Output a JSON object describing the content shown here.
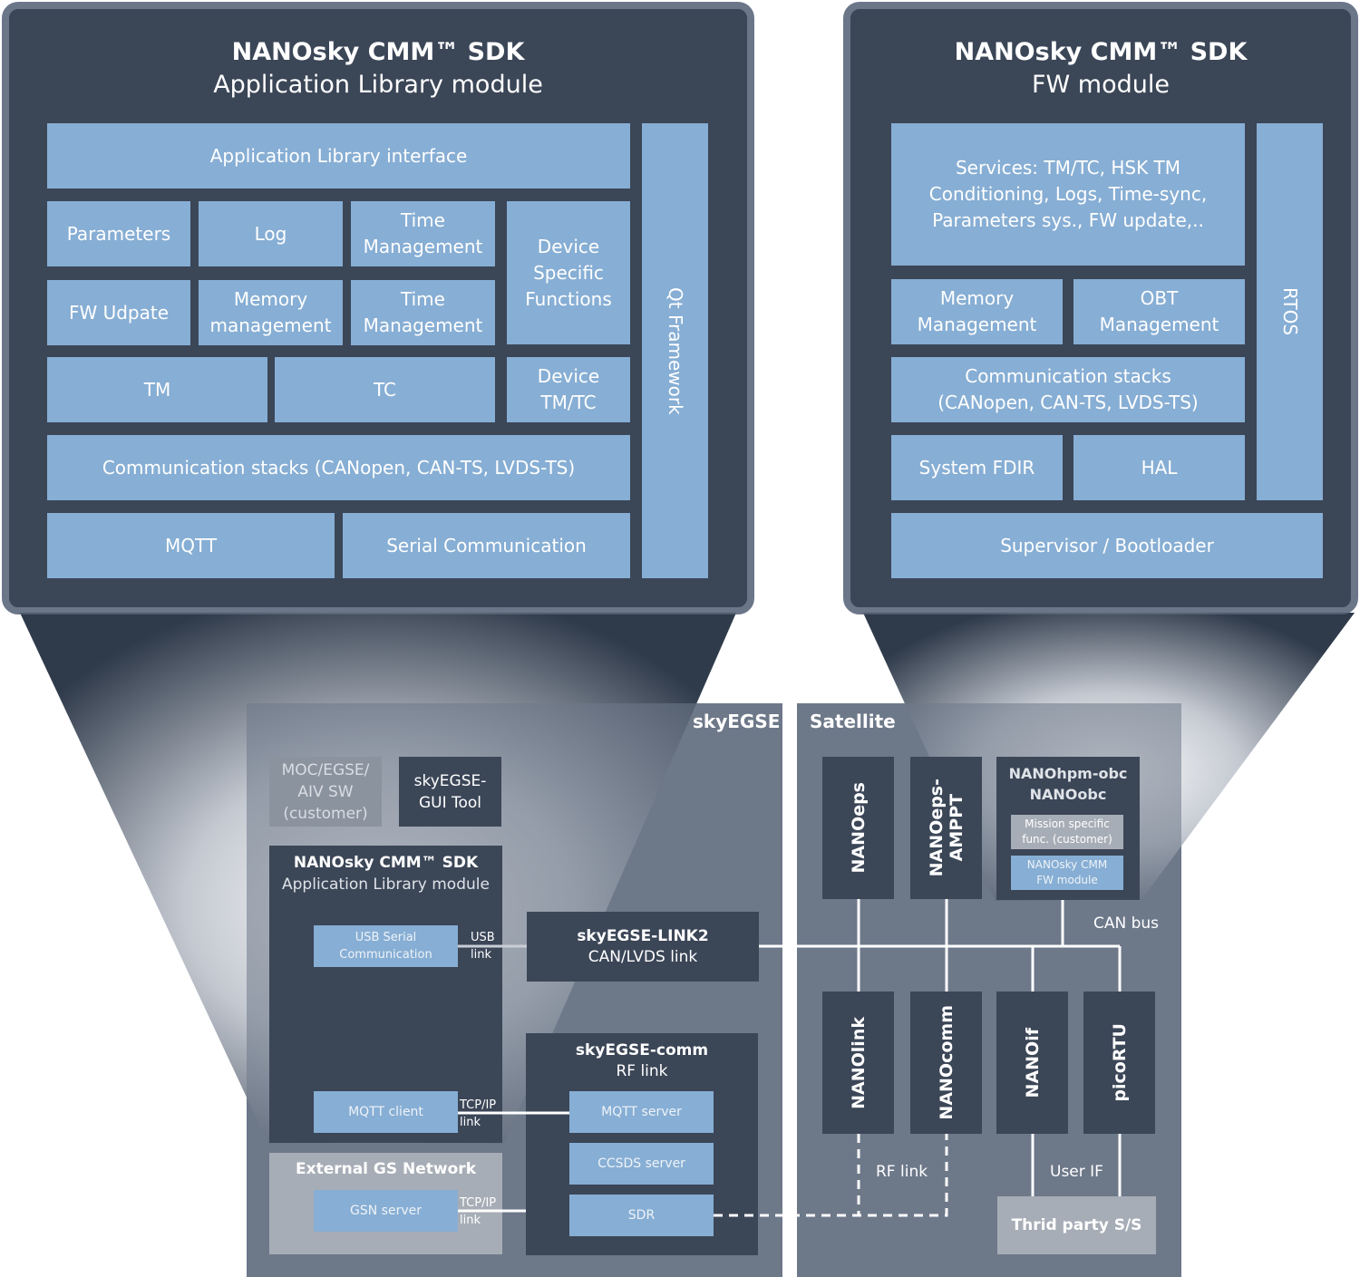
{
  "app_panel": {
    "title_line1": "NANOsky CMM™ SDK",
    "title_line2": "Application Library module",
    "blocks": {
      "interface": "Application Library interface",
      "parameters": "Parameters",
      "log": "Log",
      "time_mgmt_1": "Time\nManagement",
      "device_specific": "Device\nSpecific\nFunctions",
      "fw_update": "FW Udpate",
      "memory_mgmt": "Memory\nmanagement",
      "time_mgmt_2": "Time\nManagement",
      "tm": "TM",
      "tc": "TC",
      "device_tmtc": "Device\nTM/TC",
      "comm_stacks": "Communication stacks (CANopen, CAN-TS, LVDS-TS)",
      "mqtt": "MQTT",
      "serial": "Serial Communication",
      "qt": "Qt Framework"
    }
  },
  "fw_panel": {
    "title_line1": "NANOsky CMM™ SDK",
    "title_line2": "FW module",
    "blocks": {
      "services": "Services: TM/TC, HSK TM\nConditioning, Logs, Time-sync,\nParameters sys., FW update,..",
      "memory": "Memory\nManagement",
      "obt": "OBT\nManagement",
      "comm_stacks": "Communication stacks\n(CANopen, CAN-TS, LVDS-TS)",
      "fdir": "System FDIR",
      "hal": "HAL",
      "rtos": "RTOS",
      "supervisor": "Supervisor / Bootloader"
    }
  },
  "skyegse": {
    "label": "skyEGSE",
    "moc": "MOC/EGSE/\nAIV SW\n(customer)",
    "gui_tool": "skyEGSE-\nGUI Tool",
    "sdk_line1": "NANOsky CMM™ SDK",
    "sdk_line2": "Application Library module",
    "usb_serial": "USB Serial\nCommunication",
    "usb_link": "USB\nlink",
    "mqtt_client": "MQTT client",
    "tcp_link_1": "TCP/IP\nlink",
    "ext_gs": "External GS Network",
    "gsn_server": "GSN server",
    "tcp_link_2": "TCP/IP\nlink",
    "link2_line1": "skyEGSE-LINK2",
    "link2_line2": "CAN/LVDS link",
    "comm_line1": "skyEGSE-comm",
    "comm_line2": "RF link",
    "mqtt_server": "MQTT server",
    "ccsds_server": "CCSDS server",
    "sdr": "SDR"
  },
  "satellite": {
    "label": "Satellite",
    "nanoeps": "NANOeps",
    "nanoeps_amppt": "NANOeps-\nAMPPT",
    "obc_line1": "NANOhpm-obc",
    "obc_line2": "NANOobc",
    "mission_specific": "Mission specific\nfunc. (customer)",
    "cmm_fw": "NANOsky CMM\nFW module",
    "can_bus": "CAN bus",
    "nanolink": "NANOlink",
    "nanocomm": "NANOcomm",
    "nanoif": "NANOif",
    "picortu": "picoRTU",
    "rf_link": "RF link",
    "user_if": "User IF",
    "third_party": "Thrid party S/S"
  },
  "colors": {
    "panel": "#3b4657",
    "panel_border": "#6b7689",
    "block": "#87aed4",
    "region": "#6d7889",
    "grey_block": "#a7adb6"
  }
}
